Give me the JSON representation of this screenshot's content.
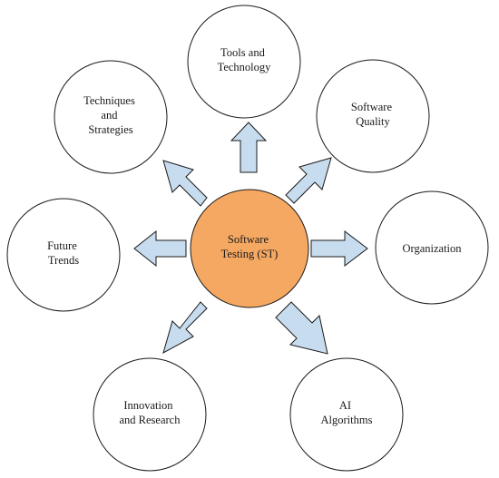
{
  "colors": {
    "center_fill": "#f5a862",
    "outer_fill": "#ffffff",
    "arrow_fill": "#c8dcef",
    "stroke": "#1a1a1a"
  },
  "center": {
    "lines": [
      "Software",
      "Testing (ST)"
    ]
  },
  "nodes": [
    {
      "id": "tools-and-technology",
      "lines": [
        "Tools and",
        "Technology"
      ]
    },
    {
      "id": "software-quality",
      "lines": [
        "Software",
        "Quality"
      ]
    },
    {
      "id": "organization",
      "lines": [
        "Organization"
      ]
    },
    {
      "id": "ai-algorithms",
      "lines": [
        "AI",
        "Algorithms"
      ]
    },
    {
      "id": "innovation-and-research",
      "lines": [
        "Innovation",
        "and Research"
      ]
    },
    {
      "id": "future-trends",
      "lines": [
        "Future",
        "Trends"
      ]
    },
    {
      "id": "techniques-and-strategies",
      "lines": [
        "Techniques",
        "and",
        "Strategies"
      ]
    }
  ]
}
